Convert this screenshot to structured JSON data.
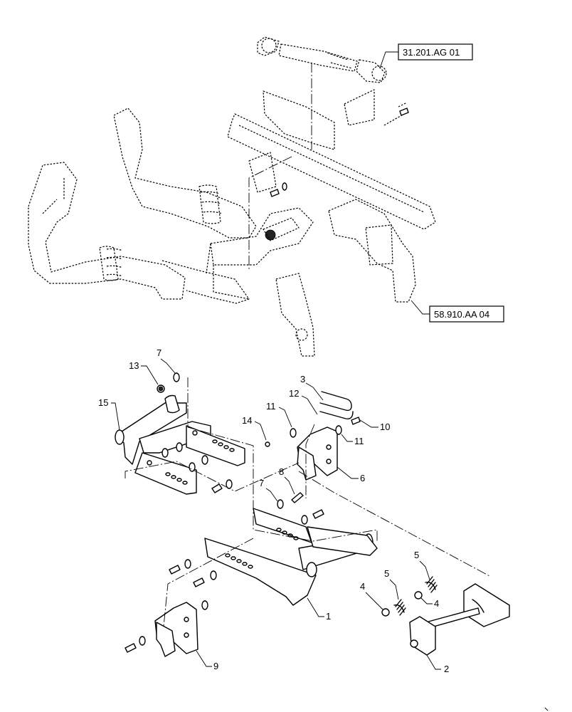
{
  "references": [
    {
      "id": "ref-drive-shaft",
      "label": "31.201.AG 01"
    },
    {
      "id": "ref-frame",
      "label": "58.910.AA 04"
    }
  ],
  "callouts": [
    {
      "id": "c7a",
      "label": "7"
    },
    {
      "id": "c13",
      "label": "13"
    },
    {
      "id": "c15",
      "label": "15"
    },
    {
      "id": "c3",
      "label": "3"
    },
    {
      "id": "c12",
      "label": "12"
    },
    {
      "id": "c11a",
      "label": "11"
    },
    {
      "id": "c14",
      "label": "14"
    },
    {
      "id": "c10",
      "label": "10"
    },
    {
      "id": "c11b",
      "label": "11"
    },
    {
      "id": "c6",
      "label": "6"
    },
    {
      "id": "c8",
      "label": "8"
    },
    {
      "id": "c7b",
      "label": "7"
    },
    {
      "id": "c5a",
      "label": "5"
    },
    {
      "id": "c5b",
      "label": "5"
    },
    {
      "id": "c4a",
      "label": "4"
    },
    {
      "id": "c4b",
      "label": "4"
    },
    {
      "id": "c1",
      "label": "1"
    },
    {
      "id": "c2",
      "label": "2"
    },
    {
      "id": "c9",
      "label": "9"
    }
  ],
  "colors": {
    "line": "#000000",
    "background": "#ffffff"
  }
}
